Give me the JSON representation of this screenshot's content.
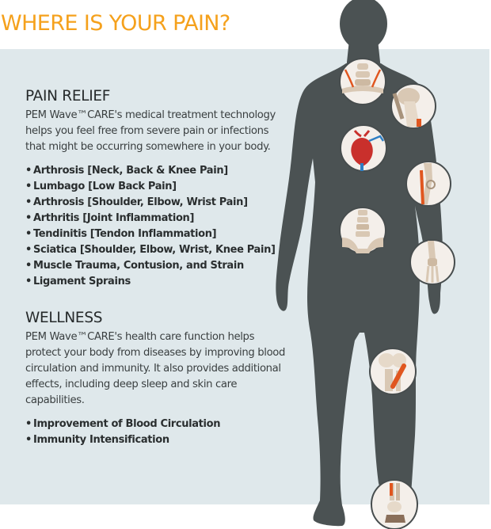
{
  "header": {
    "title": "WHERE IS YOUR PAIN?"
  },
  "colors": {
    "title": "#f5a11c",
    "panel_background": "#dfe8eb",
    "silhouette": "#4b5253",
    "circle_border": "#474d4e",
    "circle_fill": "#f4efea",
    "bone": "#d9c8b4",
    "bone_shadow": "#a8937c",
    "muscle": "#e0561f",
    "heart": "#c9302c",
    "vein": "#2f7fc4"
  },
  "sections": {
    "pain_relief": {
      "heading": "PAIN RELIEF",
      "body": "PEM Wave™CARE's medical treatment technology helps you feel free from severe pain or infections that might be occurring somewhere in your body.",
      "items": [
        "Arthrosis [Neck, Back & Knee Pain]",
        "Lumbago [Low Back Pain]",
        "Arthrosis [Shoulder, Elbow, Wrist Pain]",
        "Arthritis [Joint Inflammation]",
        "Tendinitis [Tendon Inflammation]",
        "Sciatica [Shoulder, Elbow, Wrist, Knee Pain]",
        "Muscle Trauma, Contusion, and Strain",
        "Ligament Sprains"
      ]
    },
    "wellness": {
      "heading": "WELLNESS",
      "body": "PEM Wave™CARE's health care function helps protect your body from diseases by improving blood circulation and immunity. It also provides additional effects, including deep sleep and skin care capabilities.",
      "items": [
        "Improvement of Blood Circulation",
        "Immunity Intensification"
      ]
    }
  },
  "bullet_glyph": "•",
  "body_map": {
    "hotspots": [
      {
        "name": "neck",
        "icon": "neck-vertebrae-icon"
      },
      {
        "name": "shoulder",
        "icon": "shoulder-joint-icon"
      },
      {
        "name": "heart",
        "icon": "heart-icon"
      },
      {
        "name": "elbow",
        "icon": "elbow-joint-icon"
      },
      {
        "name": "lower-back",
        "icon": "lumbar-spine-icon"
      },
      {
        "name": "wrist",
        "icon": "wrist-joint-icon"
      },
      {
        "name": "knee",
        "icon": "knee-joint-icon"
      },
      {
        "name": "ankle",
        "icon": "ankle-joint-icon"
      }
    ]
  }
}
